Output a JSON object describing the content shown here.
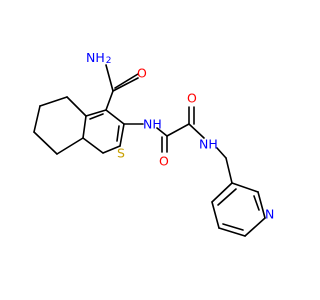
{
  "molecule": {
    "atom_labels": {
      "amide_nh2": "NH",
      "amide_nh2_sub": "2",
      "amide_o": "O",
      "nh_left": "NH",
      "thiophene_s": "S",
      "oxalyl_o_left": "O",
      "oxalyl_o_right": "O",
      "nh_right": "NH",
      "pyridine_n": "N"
    }
  },
  "colors": {
    "bond": "#000000",
    "oxygen": "#ff0000",
    "nitrogen": "#0000ff",
    "sulfur": "#c8a000",
    "background": "#ffffff"
  }
}
